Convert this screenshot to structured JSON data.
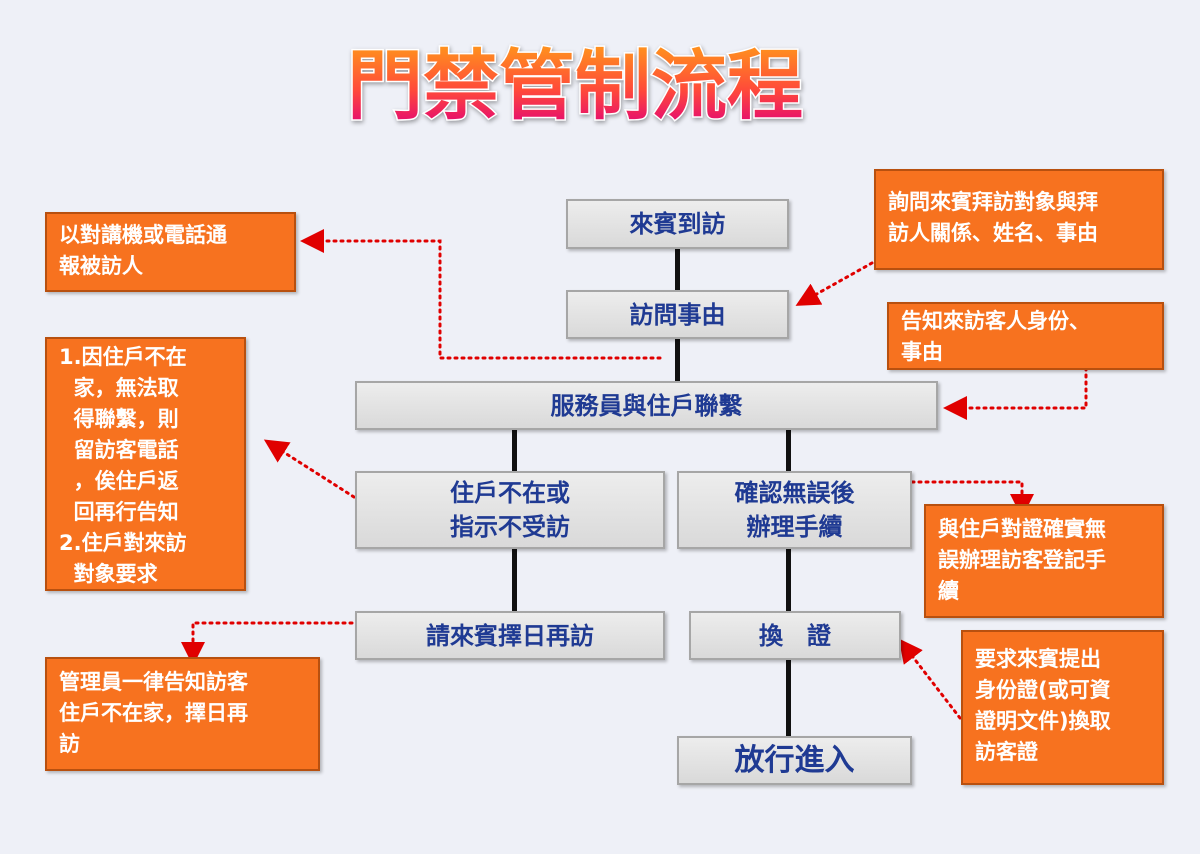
{
  "title": "門禁管制流程",
  "flow": {
    "visitor_arrives": "來賓到訪",
    "visit_reason": "訪問事由",
    "contact_resident": "服務員與住戶聯繫",
    "not_home": "住戶不在或\n指示不受訪",
    "confirmed": "確認無誤後\n辦理手續",
    "reschedule": "請來賓擇日再訪",
    "exchange_id": "換　證",
    "allow_entry": "放行進入"
  },
  "notes": {
    "intercom": "以對講機或電話通\n報被訪人",
    "ask_visitor": "詢問來賓拜訪對象與拜\n訪人關係、姓名、事由",
    "inform_identity": "告知來訪客人身份、\n事由",
    "not_home_actions": "1.因住戶不在\n  家，無法取\n  得聯繫，則\n  留訪客電話\n  ，俟住戶返\n  回再行告知\n2.住戶對來訪\n  對象要求",
    "verify_register": "與住戶對證確實無\n誤辦理訪客登記手\n續",
    "manager_inform": "管理員一律告知訪客\n住戶不在家，擇日再\n訪",
    "request_id": "要求來賓提出\n身份證(或可資\n證明文件)換取\n訪客證"
  },
  "colors": {
    "flow_text": "#1f3a93",
    "note_fill": "#f7721f",
    "arrow": "#e00000",
    "title_top": "#ff8a1a",
    "title_bottom": "#e0007a"
  }
}
